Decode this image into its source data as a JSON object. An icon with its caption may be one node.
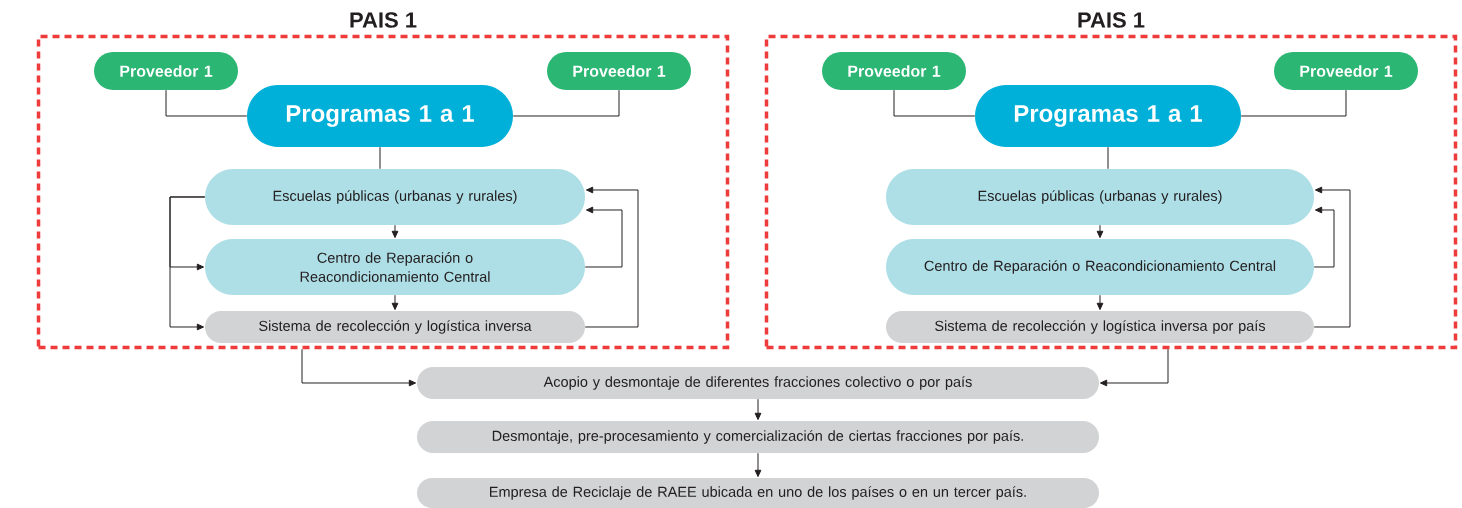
{
  "diagram": {
    "nodes": [
      {
        "text": [
          "PAIS 1"
        ]
      },
      {
        "text": [
          "Proveedor 1"
        ],
        "in": 0
      },
      {
        "text": [
          "Proveedor 1"
        ],
        "in": 0
      },
      {
        "text": [
          "Programas 1 a 1"
        ],
        "in": 0
      },
      {
        "text": [
          "Escuelas públicas  (urbanas y rurales)"
        ],
        "in": 0
      },
      {
        "text": [
          "Centro de Reparación o Reacondicionamiento Central"
        ],
        "in": 0
      },
      {
        "text": [
          "Sistema de recolección y logística inversa"
        ],
        "in": 0
      },
      {
        "text": [
          "PAIS 1"
        ]
      },
      {
        "text": [
          "Proveedor 1"
        ],
        "in": 7
      },
      {
        "text": [
          "Proveedor 1"
        ],
        "in": 7
      },
      {
        "text": [
          "Programas 1 a 1"
        ],
        "in": 7
      },
      {
        "text": [
          "Escuelas públicas  (urbanas y rurales)"
        ],
        "in": 7
      },
      {
        "text": [
          "Centro de Reparación o Reacondicionamiento Central"
        ],
        "in": 7
      },
      {
        "text": [
          "Sistema de recolección y logística inversa por país"
        ],
        "in": 7
      },
      {
        "text": [
          "Acopio y desmontaje de diferentes fracciones colectivo o por país"
        ]
      },
      {
        "text": [
          "Desmontaje, pre-procesamiento y comercialización de ciertas fracciones por país."
        ]
      },
      {
        "text": [
          "Empresa de Reciclaje de RAEE ubicada en uno de los países o en un tercer país."
        ]
      }
    ],
    "edges": [
      {
        "from": 1,
        "to": 3,
        "arrow": "none"
      },
      {
        "from": 2,
        "to": 3,
        "arrow": "none"
      },
      {
        "from": 3,
        "to": 4,
        "arrow": "none"
      },
      {
        "from": 4,
        "to": 5,
        "arrow": "to"
      },
      {
        "from": 5,
        "to": 6,
        "arrow": "to"
      },
      {
        "from": 4,
        "to": 5,
        "arrow": "to"
      },
      {
        "from": 4,
        "to": 6,
        "arrow": "to"
      },
      {
        "from": 5,
        "to": 4,
        "arrow": "to"
      },
      {
        "from": 6,
        "to": 4,
        "arrow": "to"
      },
      {
        "from": 8,
        "to": 10,
        "arrow": "none"
      },
      {
        "from": 9,
        "to": 10,
        "arrow": "none"
      },
      {
        "from": 10,
        "to": 11,
        "arrow": "none"
      },
      {
        "from": 11,
        "to": 12,
        "arrow": "to"
      },
      {
        "from": 12,
        "to": 13,
        "arrow": "to"
      },
      {
        "from": 12,
        "to": 11,
        "arrow": "to"
      },
      {
        "from": 13,
        "to": 11,
        "arrow": "to"
      },
      {
        "from": 0,
        "to": 14,
        "arrow": "to"
      },
      {
        "from": 7,
        "to": 14,
        "arrow": "to"
      },
      {
        "from": 14,
        "to": 15,
        "arrow": "to"
      },
      {
        "from": 15,
        "to": 16,
        "arrow": "to"
      }
    ]
  }
}
